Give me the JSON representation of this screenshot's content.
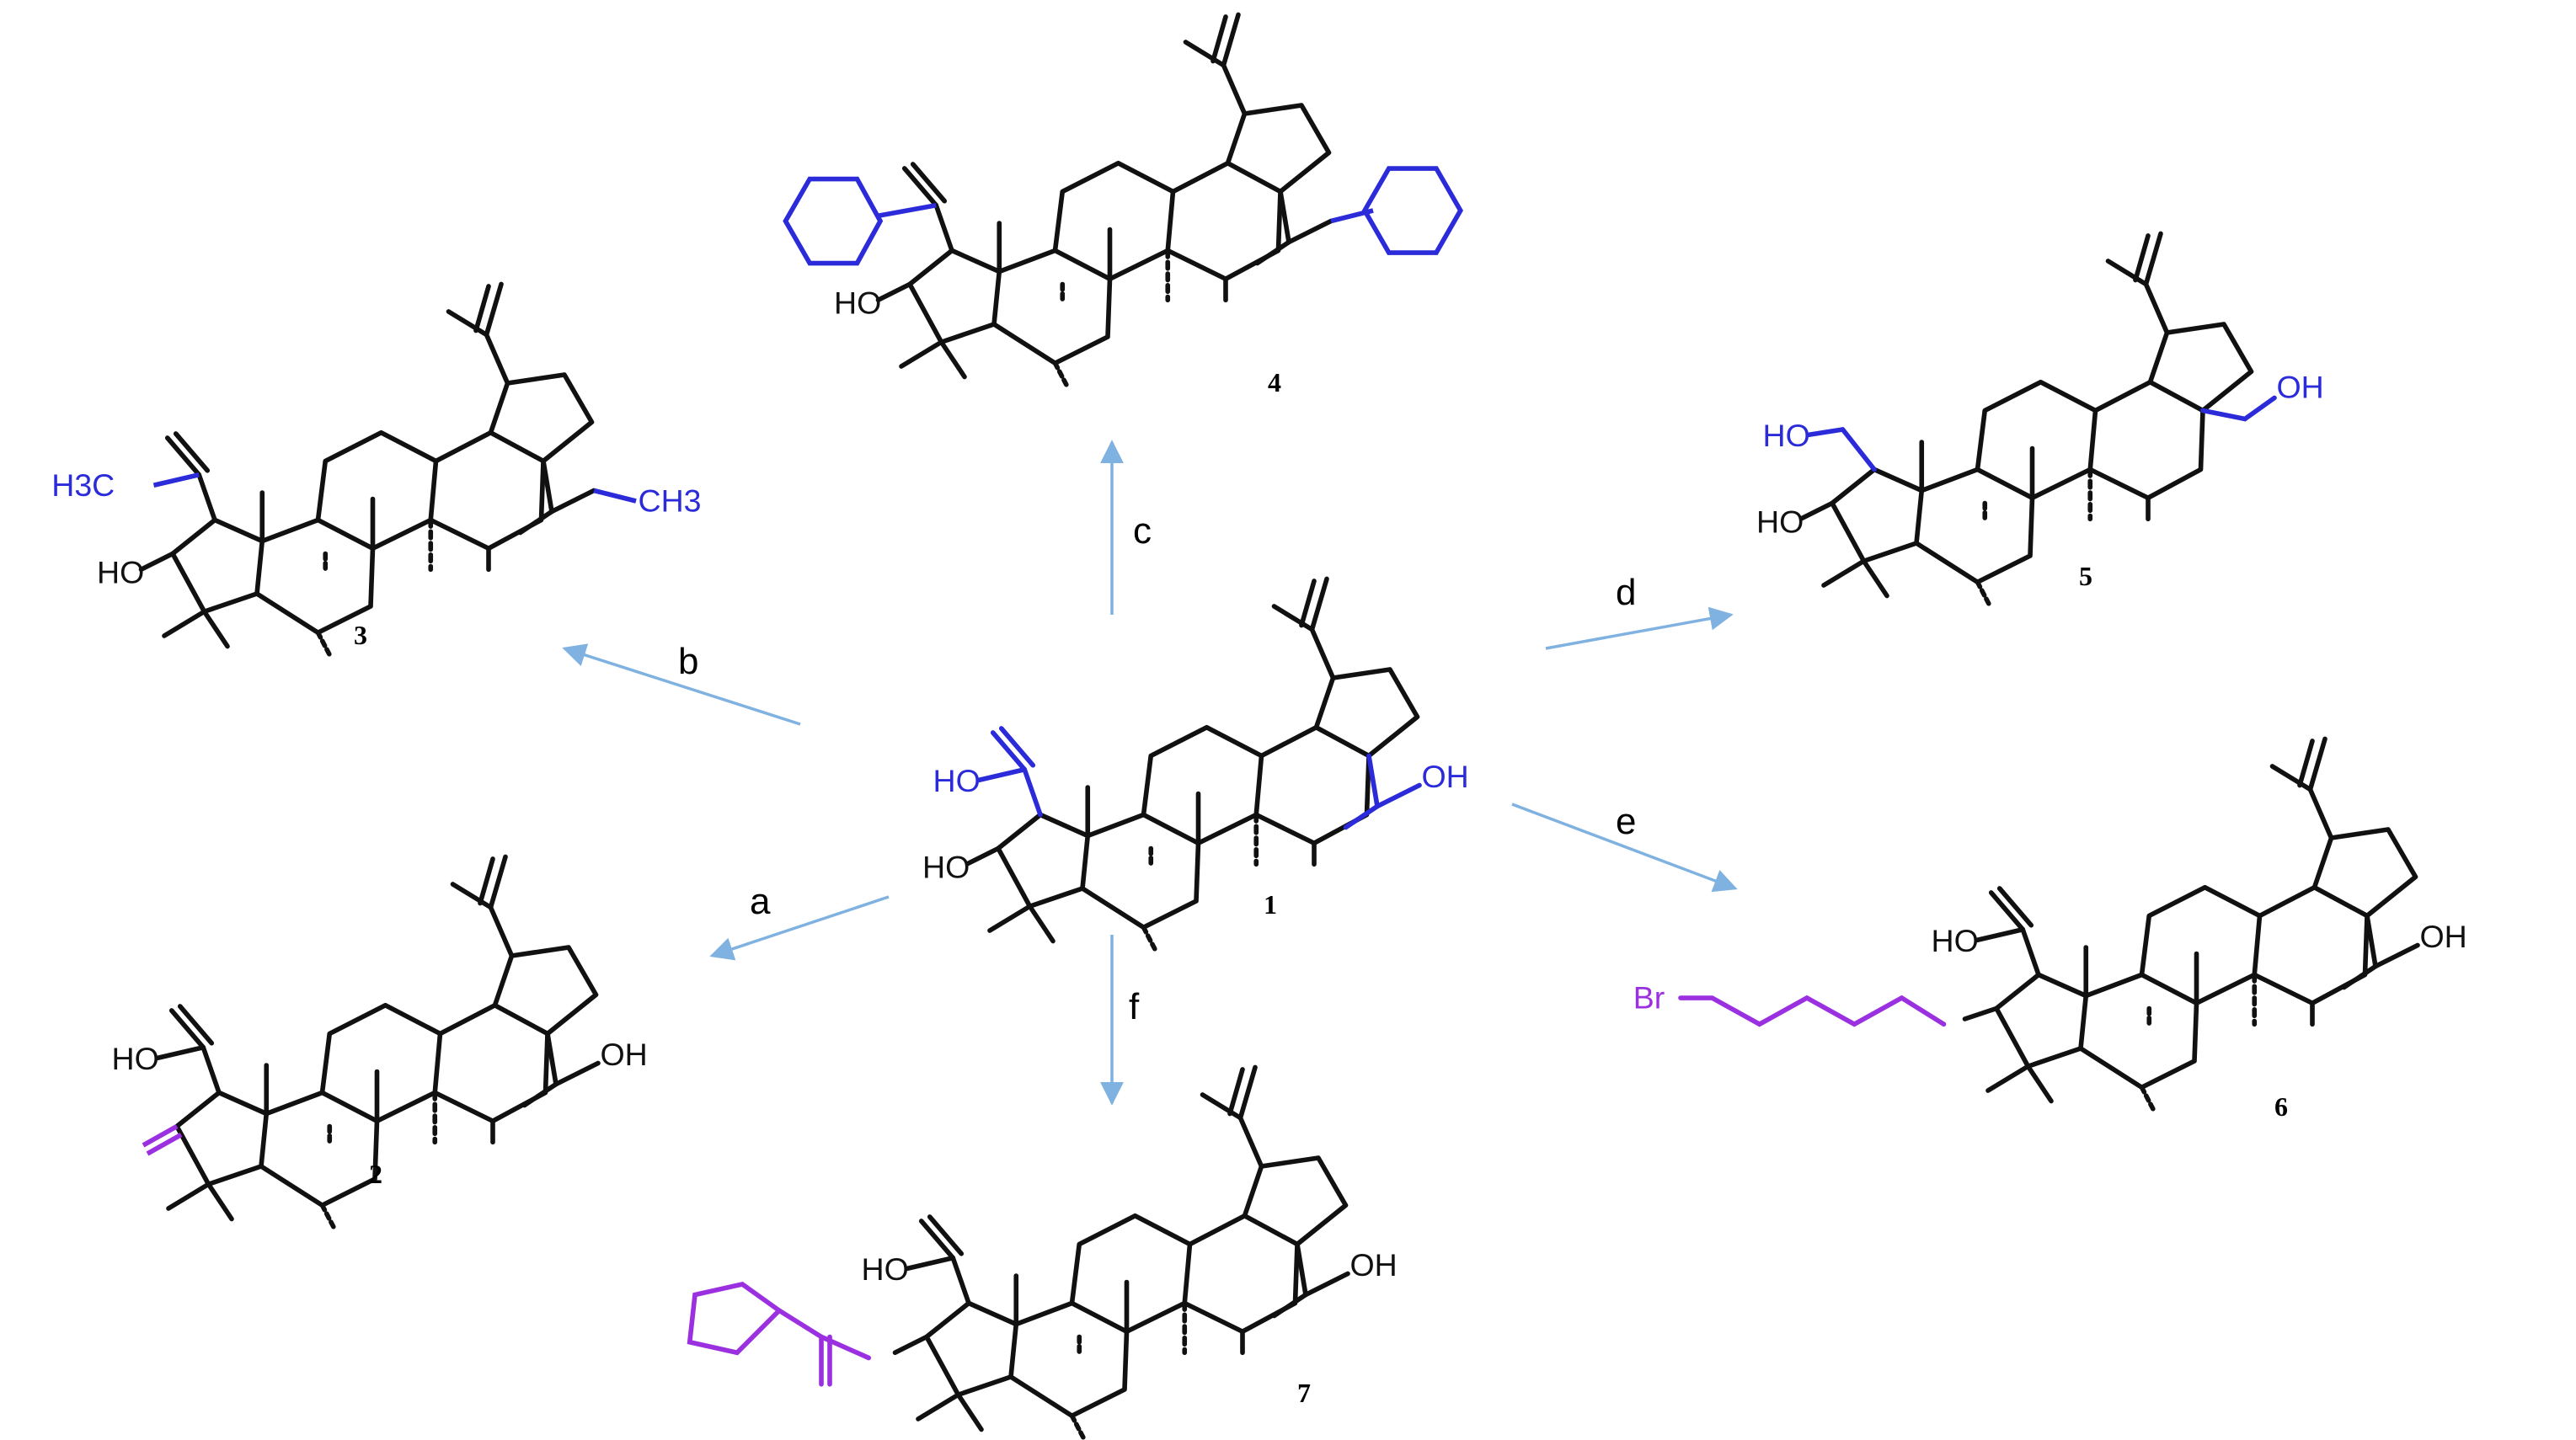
{
  "colors": {
    "bond": "#111111",
    "highlight_blue": "#2b2bd9",
    "highlight_purple": "#9b30e0",
    "arrow": "#7fb2e0"
  },
  "steps": {
    "a": "a",
    "b": "b",
    "c": "c",
    "d": "d",
    "e": "e",
    "f": "f"
  },
  "compounds": {
    "c1": {
      "number": "1",
      "groups": {
        "acid_left": "HO",
        "acid_right": "OH",
        "hydroxyl": "HO"
      }
    },
    "c2": {
      "number": "2",
      "groups": {
        "acid_left": "HO",
        "acid_right": "OH"
      }
    },
    "c3": {
      "number": "3",
      "groups": {
        "ester_left": "H3C",
        "ester_right": "CH3",
        "hydroxyl": "HO"
      }
    },
    "c4": {
      "number": "4",
      "groups": {
        "hydroxyl": "HO"
      }
    },
    "c5": {
      "number": "5",
      "groups": {
        "alcohol_left": "HO",
        "alcohol_right": "OH",
        "hydroxyl": "HO"
      }
    },
    "c6": {
      "number": "6",
      "groups": {
        "acid_left": "HO",
        "acid_right": "OH",
        "bromide": "Br"
      }
    },
    "c7": {
      "number": "7",
      "groups": {
        "acid_left": "HO",
        "acid_right": "OH"
      }
    }
  }
}
